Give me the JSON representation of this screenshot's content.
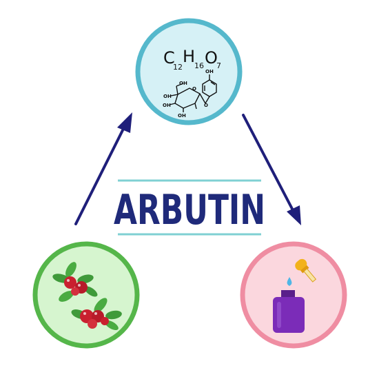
{
  "title": "ARBUTIN",
  "formula": {
    "c": "C",
    "c_sub": "12",
    "h": "H",
    "h_sub": "16",
    "o": "O",
    "o_sub": "7"
  },
  "structure_labels": {
    "oh_top": "OH",
    "oh_1": "OH",
    "oh_2": "OH",
    "oh_3": "OH",
    "oh_4": "OH",
    "o_ring": "O",
    "o_link": "O"
  },
  "colors": {
    "title": "#1f2a7a",
    "arrow": "#1f1f7a",
    "title_rule": "#7fd0d3",
    "top_circle_fill": "#d6f1f6",
    "top_circle_stroke": "#55b8cc",
    "left_circle_fill": "#d6f5cf",
    "left_circle_stroke": "#55b64a",
    "right_circle_fill": "#fbd7de",
    "right_circle_stroke": "#ef8da2",
    "bottle": "#7b2cb8",
    "dropper_bulb": "#f2b21b",
    "drop": "#4fb6e6",
    "berry": "#c9202f",
    "leaf": "#3f9a3a"
  },
  "icons": {
    "top": "molecule-icon",
    "left": "bearberry-icon",
    "right": "serum-bottle-icon"
  }
}
